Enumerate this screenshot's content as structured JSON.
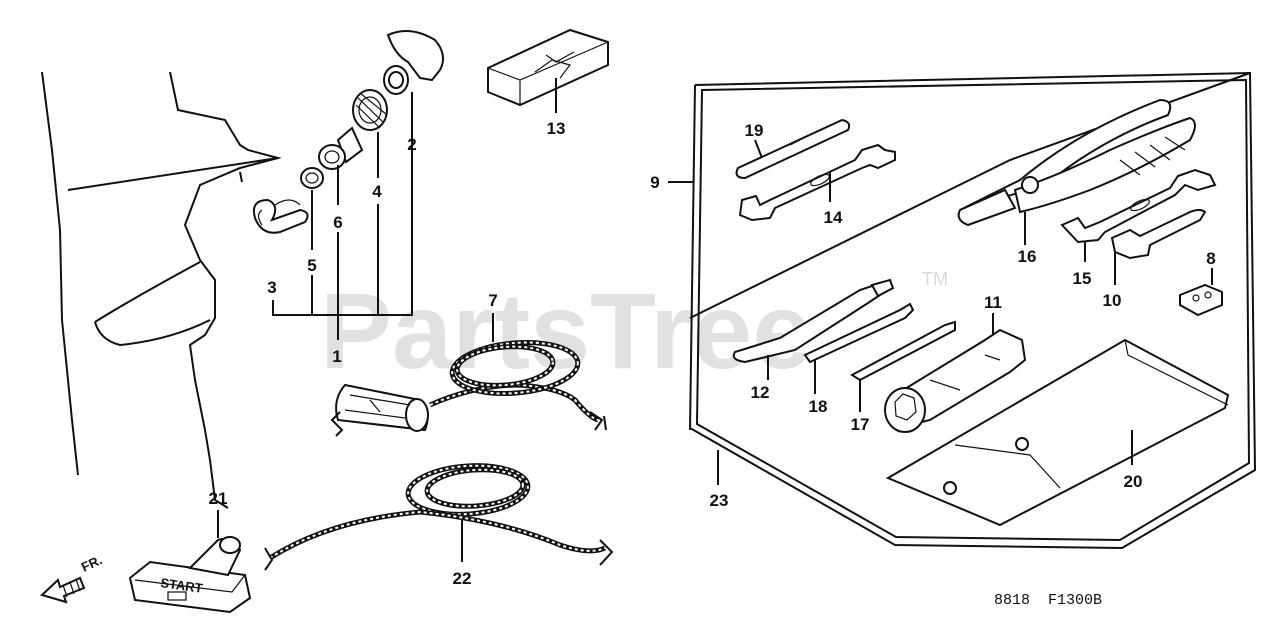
{
  "watermark": {
    "text": "PartsTree",
    "tm": "TM"
  },
  "callouts": {
    "c1": "1",
    "c2": "2",
    "c3": "3",
    "c4": "4",
    "c5": "5",
    "c6": "6",
    "c7": "7",
    "c8": "8",
    "c9": "9",
    "c10": "10",
    "c11": "11",
    "c12": "12",
    "c13": "13",
    "c14": "14",
    "c15": "15",
    "c16": "16",
    "c17": "17",
    "c18": "18",
    "c19": "19",
    "c20": "20",
    "c21": "21",
    "c22": "22",
    "c23": "23"
  },
  "direction_marker": "FR.",
  "handle_text": "START",
  "diagram_code": "8818  F1300B"
}
